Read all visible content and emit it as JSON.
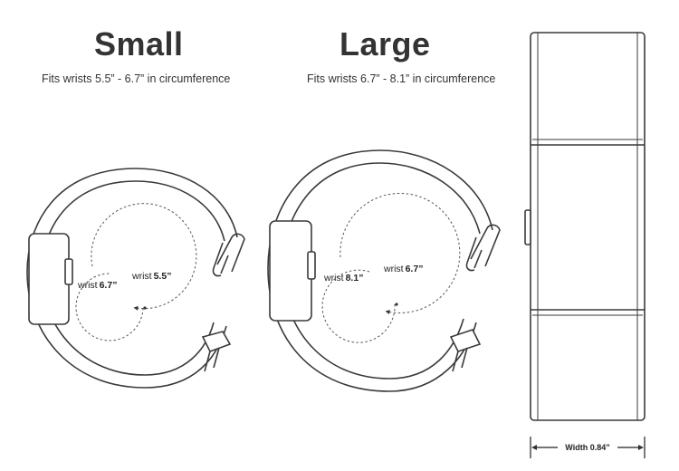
{
  "small": {
    "title": "Small",
    "subtitle": "Fits wrists 5.5” - 6.7” in circumference",
    "outer_word": "wrist",
    "outer_value": "6.7”",
    "inner_word": "wrist",
    "inner_value": "5.5”"
  },
  "large": {
    "title": "Large",
    "subtitle": "Fits wrists 6.7” - 8.1” in circumference",
    "outer_word": "wrist",
    "outer_value": "8.1”",
    "inner_word": "wrist",
    "inner_value": "6.7”"
  },
  "band": {
    "width_label": "Width 0.84”"
  }
}
